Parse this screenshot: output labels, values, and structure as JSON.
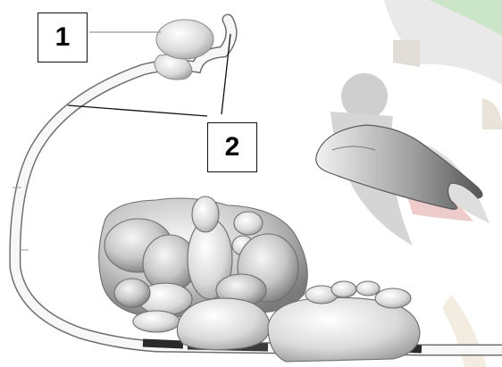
{
  "labels": [
    {
      "id": "1",
      "text": "1"
    },
    {
      "id": "2",
      "text": "2"
    }
  ]
}
